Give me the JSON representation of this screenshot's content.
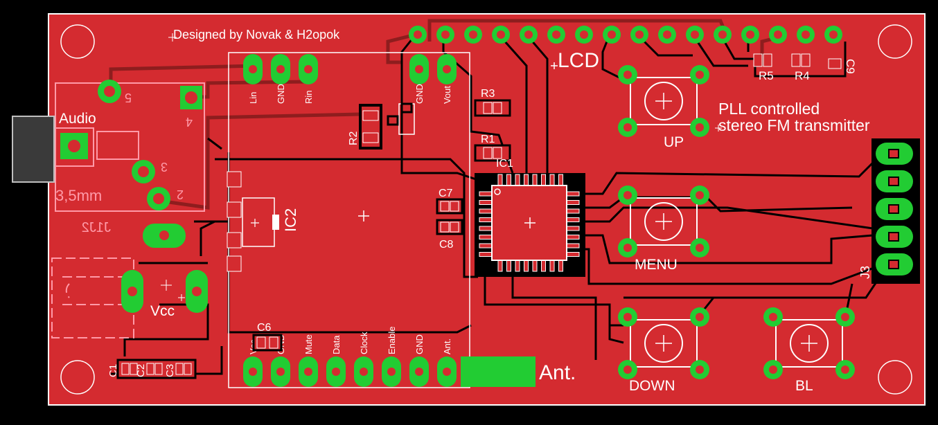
{
  "board": {
    "credit": "Designed by Novak & H2opok",
    "title_line1": "PLL controlled",
    "title_line2": "stereo FM transmitter",
    "colors": {
      "copper": "#d42b30",
      "trace_dark": "#8e1d1e",
      "pad": "#22cc33",
      "silk": "#ffffff",
      "background": "#000000"
    }
  },
  "labels": {
    "lcd": "LCD",
    "audio": "Audio",
    "jack_size": "3,5mm",
    "jack_ref": "J1J2",
    "vcc": "Vcc",
    "ant": "Ant.",
    "ic1": "IC1",
    "ic2": "IC2",
    "j3": "J3",
    "up": "UP",
    "menu": "MENU",
    "down": "DOWN",
    "bl": "BL"
  },
  "refdes": {
    "r1": "R1",
    "r2": "R2",
    "r3": "R3",
    "r4": "R4",
    "r5": "R5",
    "c1": "C1",
    "c2": "C2",
    "c3": "C3",
    "c6": "C6",
    "c7": "C7",
    "c8": "C8",
    "c9": "C9"
  },
  "audio_pins": {
    "p2": "2",
    "p3": "3",
    "p4": "4",
    "p5": "5"
  },
  "module_top_pins": [
    "Lin",
    "GND",
    "Rin",
    "GND",
    "Vout"
  ],
  "module_bottom_pins": [
    "Vcc",
    "GND",
    "Mute",
    "Data",
    "Clock",
    "Enable",
    "GND",
    "Ant."
  ]
}
